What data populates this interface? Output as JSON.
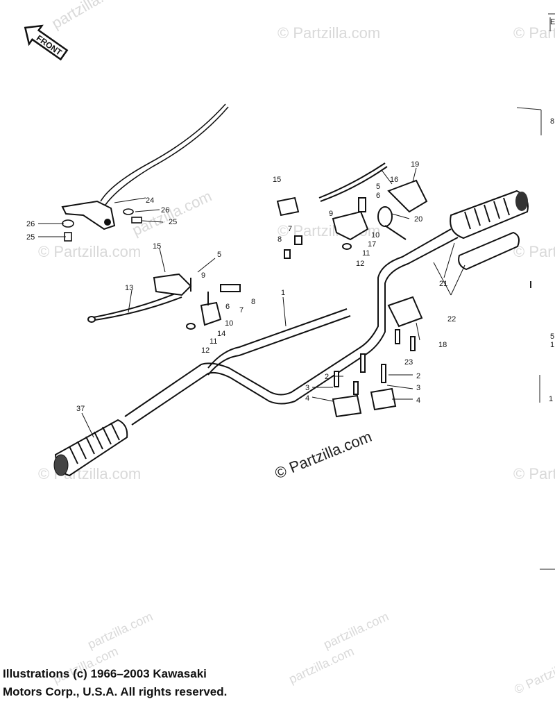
{
  "front_label": "FRONT",
  "watermark": "© Partzilla.com",
  "watermark_short": "© Partzilla",
  "watermark_tail": "partzilla.com",
  "copyright": {
    "line1": "Illustrations (c) 1966–2003 Kawasaki",
    "line2": "Motors Corp., U.S.A.  All rights reserved."
  },
  "callouts": [
    "1",
    "2",
    "3",
    "4",
    "5",
    "6",
    "7",
    "8",
    "9",
    "10",
    "11",
    "12",
    "13",
    "14",
    "15",
    "16",
    "17",
    "18",
    "19",
    "20",
    "21",
    "22",
    "23",
    "24",
    "25",
    "26",
    "37"
  ],
  "edge_marks": [
    "E",
    "8",
    "5",
    "1",
    "1"
  ]
}
